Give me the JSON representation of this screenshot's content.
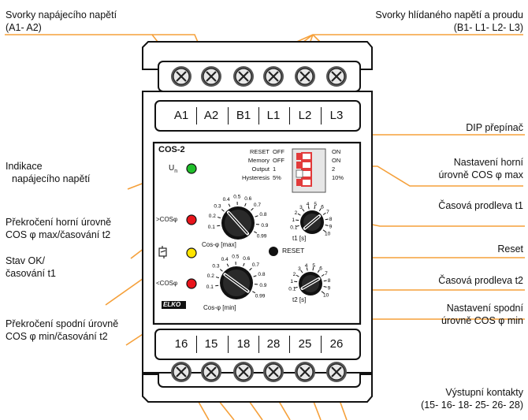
{
  "callouts": {
    "supply_terminals": {
      "line1": "Svorky napájecího napětí",
      "line2": "(A1- A2)"
    },
    "monitored_terminals": {
      "line1": "Svorky hlídaného napětí a proudu",
      "line2": "(B1- L1- L2- L3)"
    },
    "dip_switch": "DIP přepínač",
    "upper_level": {
      "line1": "Nastavení horní",
      "line2": "úrovně COS φ max"
    },
    "supply_indication": {
      "line1": "Indikace",
      "line2": "napájecího napětí"
    },
    "delay_t1": "Časová prodleva t1",
    "upper_exceed": {
      "line1": "Překročení horní úrovně",
      "line2": "COS φ max/časování t2"
    },
    "reset": "Reset",
    "status_ok": {
      "line1": "Stav OK/",
      "line2": "časování t1"
    },
    "delay_t2": "Časová prodleva t2",
    "lower_level": {
      "line1": "Nastavení spodní",
      "line2": "úrovně COS φ min"
    },
    "lower_exceed": {
      "line1": "Překročení spodní úrovně",
      "line2": "COS φ min/časování t2"
    },
    "output_contacts": {
      "line1": "Výstupní kontakty",
      "line2": "(15- 16- 18- 25- 26- 28)"
    }
  },
  "device": {
    "model": "COS-2",
    "un_label": "U",
    "un_sub": "n",
    "top_terminals": [
      "A1",
      "A2",
      "B1",
      "L1",
      "L2",
      "L3"
    ],
    "bottom_terminals": [
      "16",
      "15",
      "18",
      "28",
      "25",
      "26"
    ],
    "dip_rows": [
      {
        "name": "RESET",
        "off": "OFF",
        "on": "ON"
      },
      {
        "name": "Memory",
        "off": "OFF",
        "on": "ON"
      },
      {
        "name": "Output",
        "off": "1",
        "on": "2"
      },
      {
        "name": "Hysteresis",
        "off": "5%",
        "on": "10%"
      }
    ],
    "cos_max_label": "Cos-φ [max]",
    "cos_min_label": "Cos-φ [min]",
    "cos_scale": [
      "0.1",
      "0.2",
      "0.3",
      "0.4",
      "0.5",
      "0.6",
      "0.7",
      "0.8",
      "0.9",
      "0.99"
    ],
    "t_scale": [
      "0.1",
      "1",
      "2",
      "3",
      "4",
      "5",
      "6",
      "7",
      "8",
      "9",
      "10"
    ],
    "t1_label": "t1 [s]",
    "t2_label": "t2 [s]",
    "reset_label": "RESET",
    "gt_label": ">COSφ",
    "lt_label": "<COSφ",
    "brand": "ELKO",
    "colors": {
      "accent": "#f5a03a",
      "led_green": "#1fbf2a",
      "led_red": "#e8141b",
      "led_yellow": "#ffe400",
      "dip_red": "#e23b3b"
    }
  }
}
